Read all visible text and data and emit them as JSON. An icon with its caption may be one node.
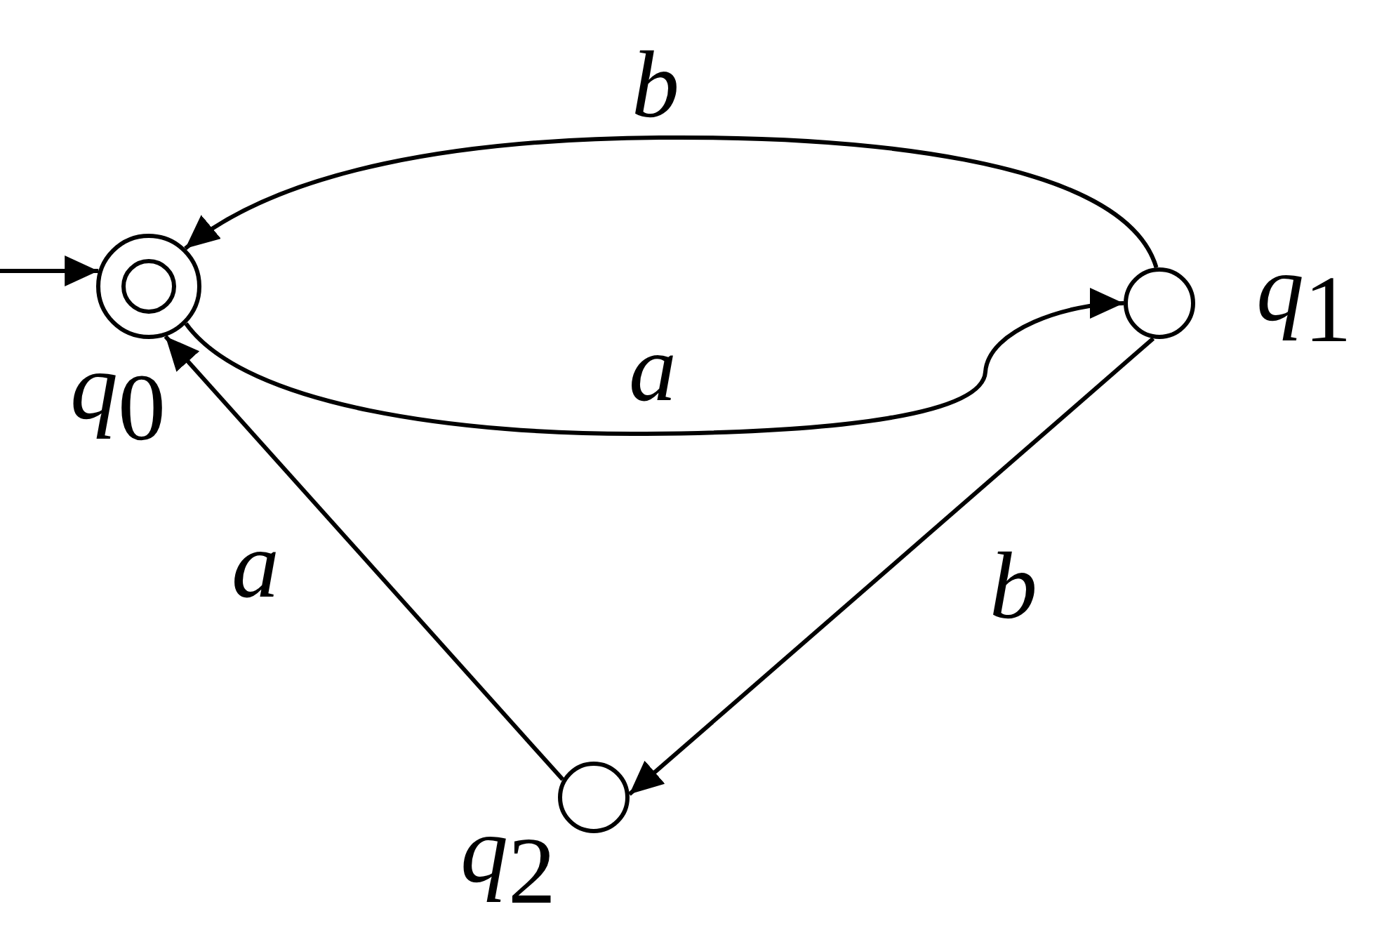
{
  "diagram": {
    "nodes": [
      {
        "text": [],
        "shape": "doublecircle",
        "beside": [
          "q$_{0}$"
        ]
      },
      {
        "text": [],
        "shape": "circle",
        "beside": [
          "q$_{1}$"
        ]
      },
      {
        "text": [],
        "shape": "circle",
        "beside": [
          "q$_{2}$"
        ]
      }
    ],
    "edges": [
      {
        "from": null,
        "to": 0,
        "arrow": "to"
      },
      {
        "from": 1,
        "to": 0,
        "label": "b",
        "arrow": "to"
      },
      {
        "from": 0,
        "to": 1,
        "label": "a",
        "arrow": "to"
      },
      {
        "from": 1,
        "to": 2,
        "label": "b",
        "arrow": "to"
      },
      {
        "from": 2,
        "to": 0,
        "label": "a",
        "arrow": "to"
      }
    ]
  }
}
